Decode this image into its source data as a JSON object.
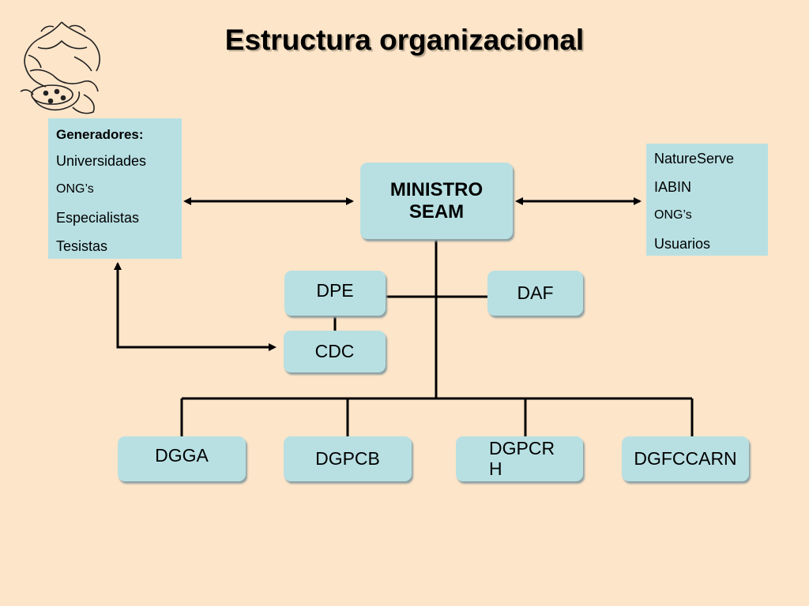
{
  "title": "Estructura organizacional",
  "left_panel": {
    "heading": "Generadores:",
    "items": [
      "Universidades",
      "ONG’s",
      "Especialistas",
      "Tesistas"
    ]
  },
  "right_panel": {
    "items": [
      "NatureServe",
      "IABIN",
      "ONG’s",
      "Usuarios"
    ]
  },
  "nodes": {
    "ministro": {
      "line1": "MINISTRO",
      "line2": "SEAM"
    },
    "dpe": "DPE",
    "daf": "DAF",
    "cdc": "CDC",
    "dgga": "DGGA",
    "dgpcb": "DGPCB",
    "dgpcrh": {
      "line1": "DGPCR",
      "line2": "H"
    },
    "dgfccarn": "DGFCCARN"
  },
  "colors": {
    "background": "#fde5c9",
    "box_fill": "#b8e0e3",
    "line": "#000000"
  }
}
